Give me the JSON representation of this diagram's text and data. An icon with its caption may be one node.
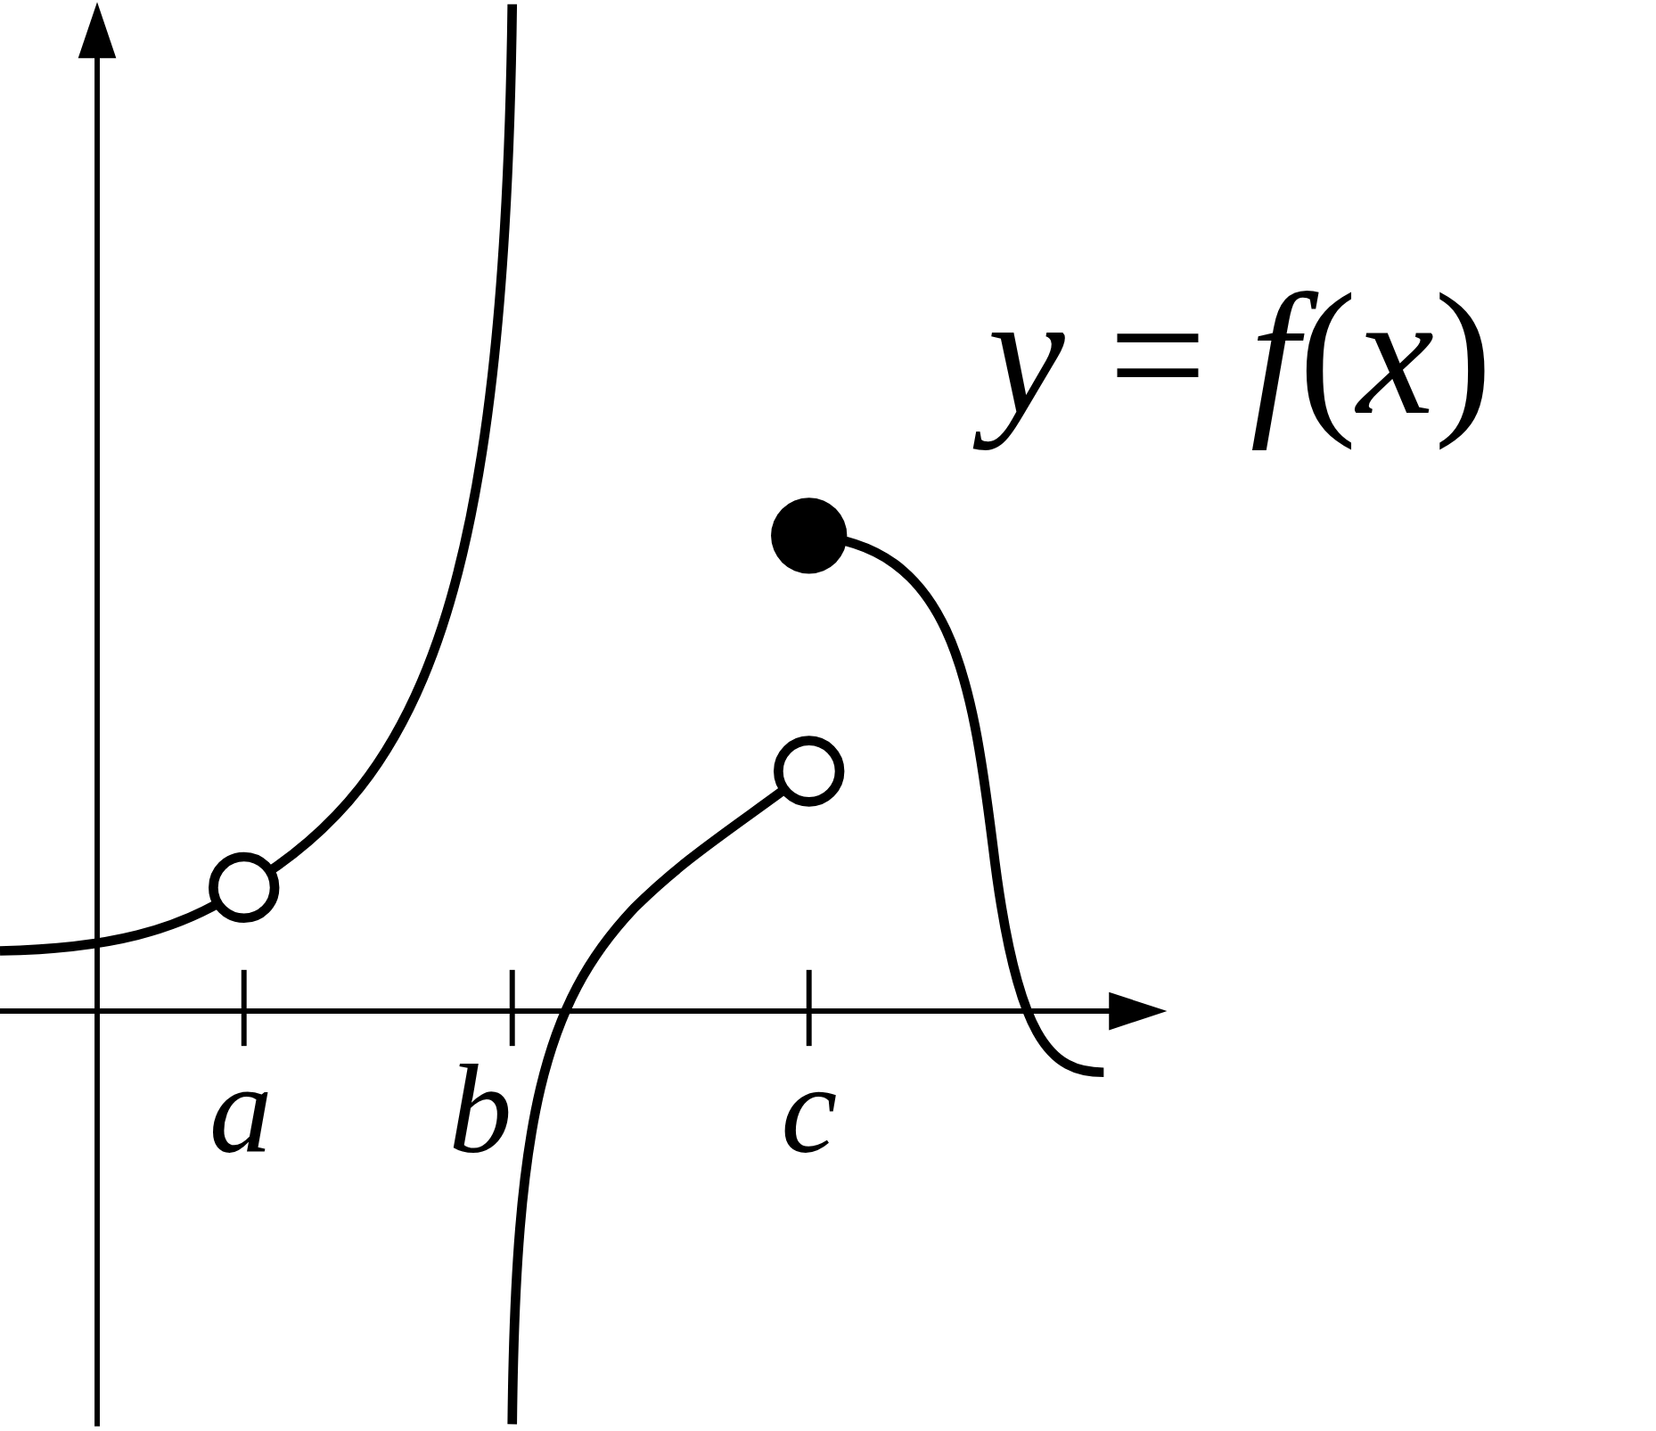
{
  "diagram": {
    "labels": [
      "*y* = *f*(*x*)",
      "a",
      "b",
      "c"
    ]
  }
}
